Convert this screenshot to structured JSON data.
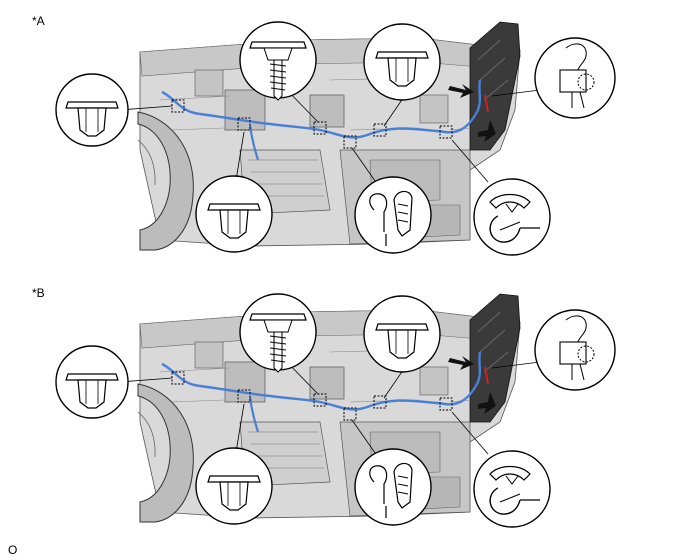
{
  "labels": {
    "view_a": "*A",
    "view_b": "*B",
    "page_marker": "O"
  },
  "colors": {
    "wire_harness": "#4a7fd6",
    "dash_fill": "#d3d3d3",
    "dash_shadow": "#a9a9a9",
    "outline": "#000000",
    "arrow": "#111111",
    "red_marker": "#cc2222"
  },
  "callout_icons": [
    "flat-clip-icon",
    "pine-tree-clip-icon",
    "flat-clip-icon",
    "connector-icon",
    "flat-clip-icon",
    "wire-clamp-icon",
    "cable-clamp-icon"
  ]
}
